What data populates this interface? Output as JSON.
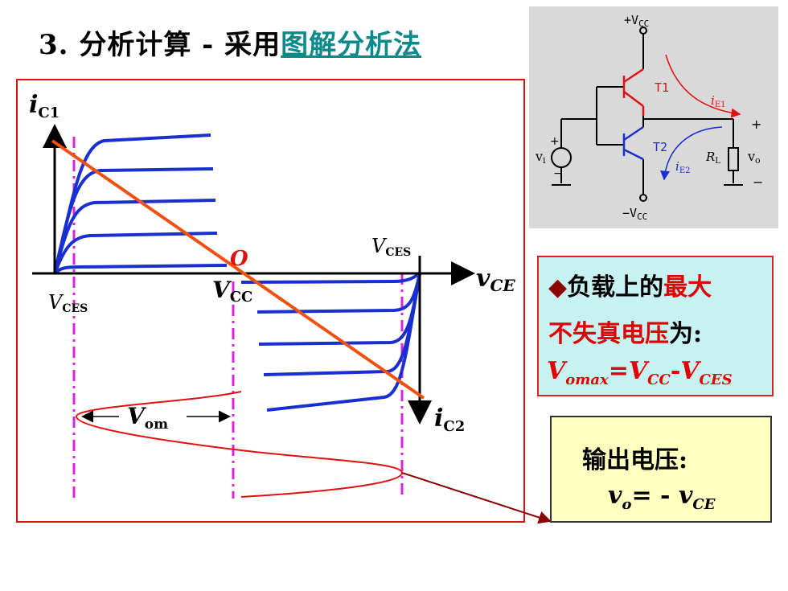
{
  "title": {
    "prefix": "3. 分析计算 - 采用",
    "link": "图解分析法"
  },
  "graph": {
    "axis_ic1": "i",
    "axis_ic1_sub": "C1",
    "axis_vce": "v",
    "axis_vce_sub": "CE",
    "axis_ic2": "i",
    "axis_ic2_sub": "C2",
    "label_vces_left": "V",
    "label_vces_left_sub": "CES",
    "label_vces_right": "V",
    "label_vces_right_sub": "CES",
    "label_o": "O",
    "label_vcc": "V",
    "label_vcc_sub": "CC",
    "label_vom": "V",
    "label_vom_sub": "om"
  },
  "circuit": {
    "vcc_top": "+V",
    "vcc_top_sub": "CC",
    "vcc_bottom": "−V",
    "vcc_bottom_sub": "CC",
    "t1": "T1",
    "t2": "T2",
    "ie1": "i",
    "ie1_sub": "E1",
    "ie2": "i",
    "ie2_sub": "E2",
    "vi": "v",
    "vi_sub": "i",
    "rl": "R",
    "rl_sub": "L",
    "vo": "v",
    "vo_sub": "o",
    "plus_in": "+",
    "minus_in": "−",
    "plus_out": "+",
    "minus_out": "−"
  },
  "cyan_box": {
    "line1_diamond": "◆",
    "line1_a": "负载上的",
    "line1_b": "最大",
    "line2_a": "不失真电压",
    "line2_b": "为:",
    "formula_v1": "V",
    "formula_v1_sub": "omax",
    "formula_eq": "=",
    "formula_v2": "V",
    "formula_v2_sub": "CC",
    "formula_minus": "-",
    "formula_v3": "V",
    "formula_v3_sub": "CES"
  },
  "yellow_box": {
    "line1": "输出电压:",
    "v_o": "v",
    "v_o_sub": "o",
    "eq": "= - ",
    "v_ce": "v",
    "v_ce_sub": "CE"
  },
  "colors": {
    "curve": "#1a2fd0",
    "load_line": "#f05010",
    "sine": "#e01010",
    "dashed": "#e020e0",
    "axis": "#000000"
  }
}
